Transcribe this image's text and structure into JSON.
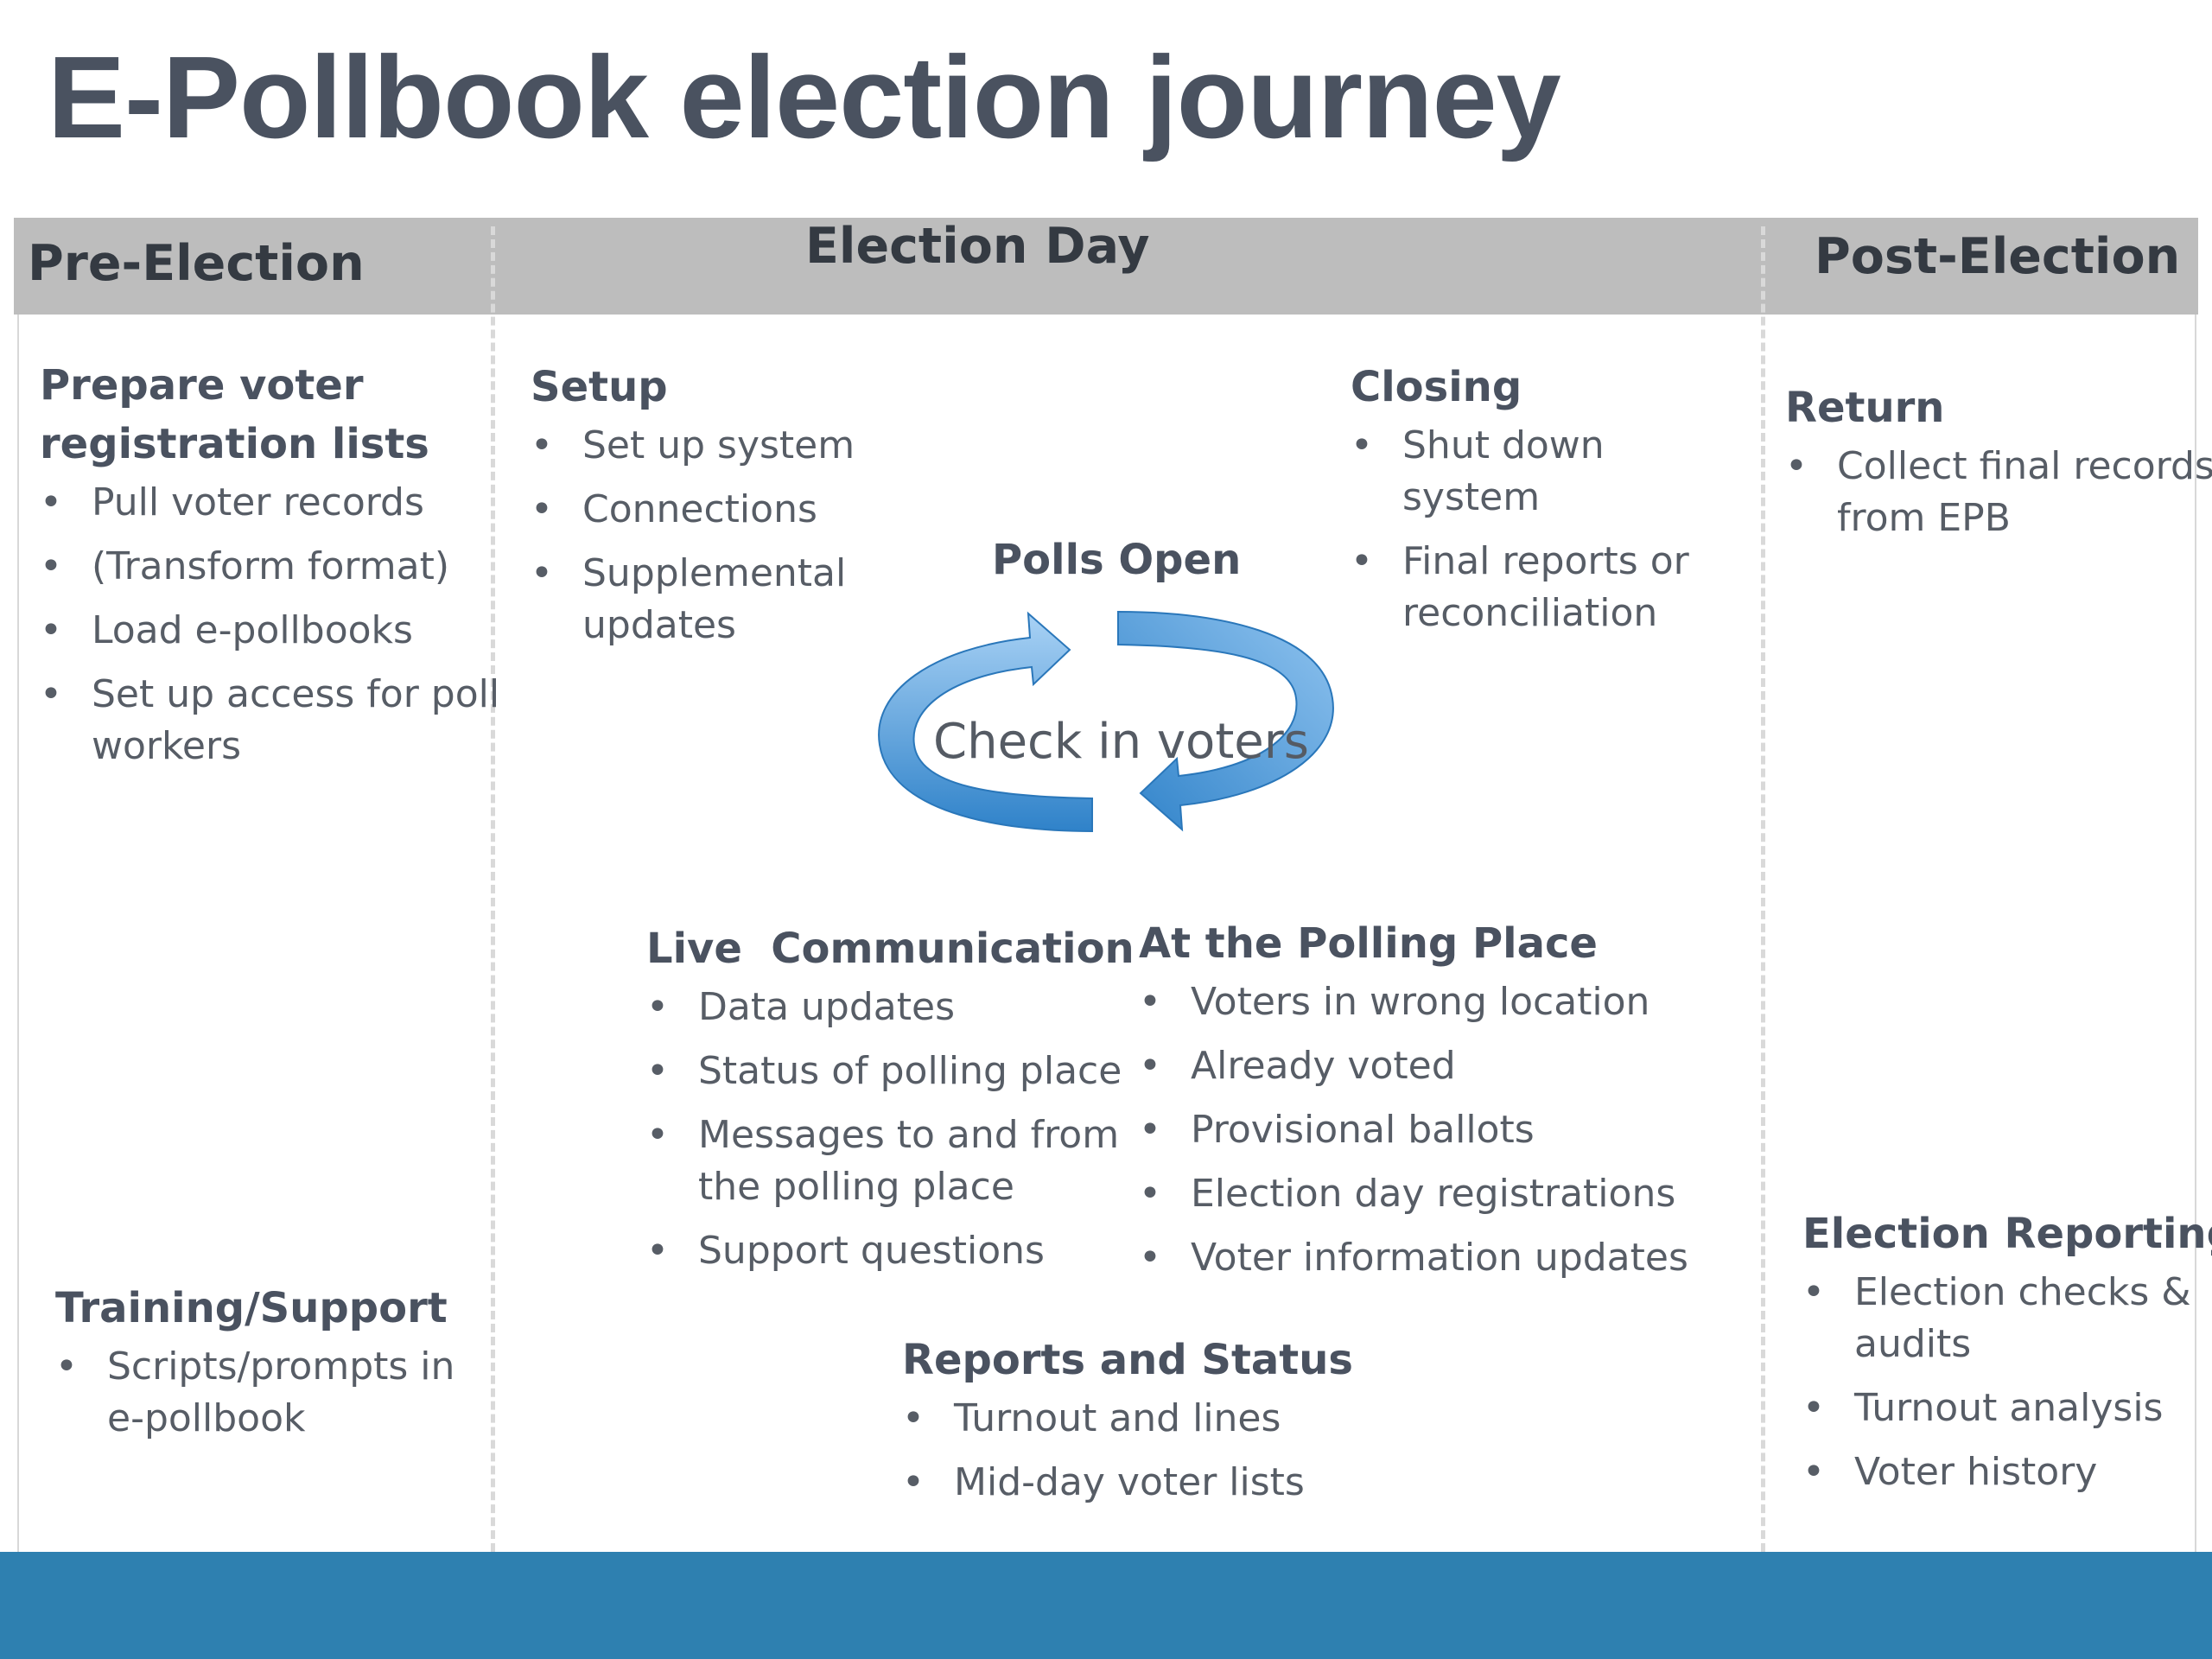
{
  "title": "E-Pollbook election journey",
  "headers": {
    "pre": "Pre-Election",
    "day": "Election Day",
    "post": "Post-Election"
  },
  "prepare": {
    "title_line1": "Prepare voter",
    "title_line2": "registration lists",
    "items": [
      "Pull voter records",
      "(Transform format)",
      "Load e-pollbooks",
      "Set up access for poll",
      "workers"
    ]
  },
  "training": {
    "title": "Training/Support",
    "items": [
      "Scripts/prompts in",
      "e-pollbook"
    ]
  },
  "setup": {
    "title": "Setup",
    "items": [
      "Set up system",
      "Connections",
      "Supplemental",
      "updates"
    ]
  },
  "closing": {
    "title": "Closing",
    "items": [
      "Shut down",
      "system",
      "Final reports or",
      "reconciliation"
    ]
  },
  "cycle": {
    "top_label": "Polls Open",
    "center_label": "Check in voters"
  },
  "live": {
    "title": "Live  Communication",
    "items": [
      "Data updates",
      "Status of polling place",
      "Messages to and from",
      "the polling place",
      "Support questions"
    ]
  },
  "polling": {
    "title": "At the Polling Place",
    "items": [
      "Voters in wrong location",
      "Already voted",
      "Provisional ballots",
      "Election day registrations",
      "Voter information updates"
    ]
  },
  "reports": {
    "title": "Reports and Status",
    "items": [
      "Turnout and lines",
      "Mid-day voter lists"
    ]
  },
  "return": {
    "title": "Return",
    "items": [
      "Collect final records",
      "from EPB"
    ]
  },
  "reporting": {
    "title": "Election Reporting",
    "items": [
      "Election checks &",
      "audits",
      "Turnout analysis",
      "Voter history"
    ]
  },
  "colors": {
    "footer": "#2e80b0",
    "header_band": "#bdbdbd",
    "arrow_light": "#a9d2f5",
    "arrow_dark": "#2f82c9"
  },
  "icons": [
    "cycle-arrow-icon"
  ]
}
